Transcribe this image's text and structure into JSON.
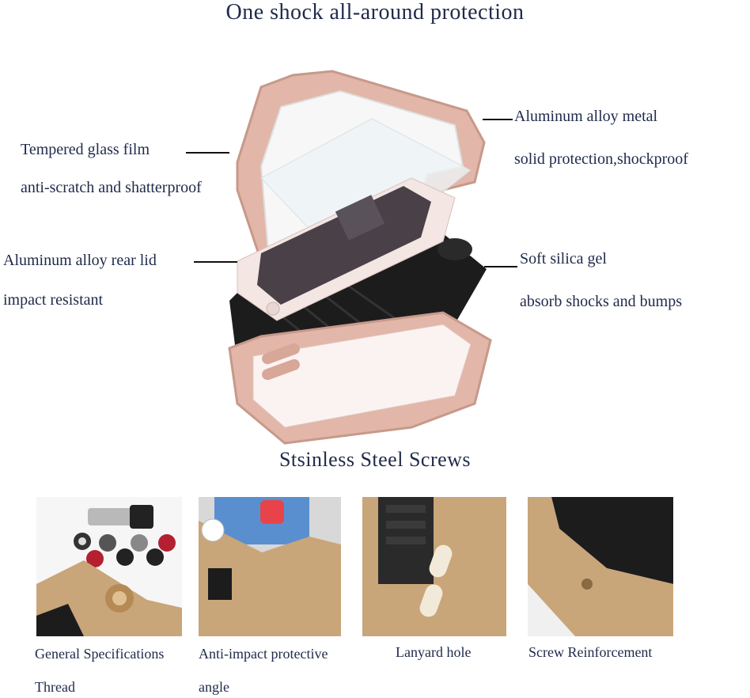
{
  "main_title": "One shock all-around protection",
  "callouts": {
    "glass_line1": "Tempered glass film",
    "glass_line2": "anti-scratch and shatterproof",
    "alloy_line1": "Aluminum alloy metal",
    "alloy_line2": "solid protection,shockproof",
    "rear_line1": "Aluminum alloy rear lid",
    "rear_line2": "impact resistant",
    "silica_line1": "Soft silica gel",
    "silica_line2": "absorb shocks and bumps"
  },
  "section_title": "Stsinless Steel Screws",
  "thumbnails": [
    {
      "line1": "General Specifications",
      "line2": "Thread"
    },
    {
      "line1": "Anti-impact protective",
      "line2": "angle"
    },
    {
      "line1": "Lanyard hole",
      "line2": ""
    },
    {
      "line1": "Screw Reinforcement",
      "line2": ""
    }
  ],
  "colors": {
    "text": "#1f2a4a",
    "rose_gold": "#d9a99a",
    "gold": "#c9a57a",
    "black_gel": "#1c1c1c",
    "phone_screen": "#4a4048"
  }
}
